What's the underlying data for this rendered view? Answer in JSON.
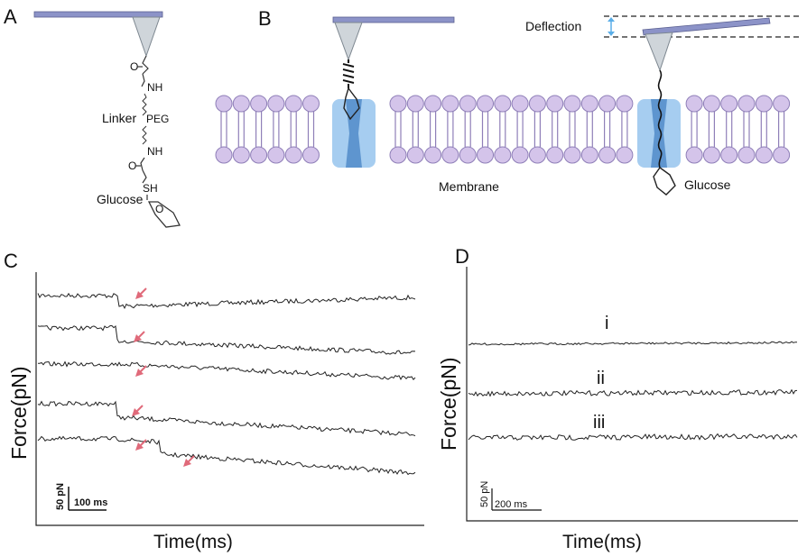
{
  "panels": {
    "A": {
      "letter": "A",
      "chem": {
        "o1": "O",
        "nh1": "NH",
        "peg": "PEG",
        "nh2": "NH",
        "o2": "O",
        "sh": "SH",
        "o3": "O"
      },
      "linker_label": "Linker",
      "glucose_label": "Glucose"
    },
    "B": {
      "letter": "B",
      "deflection_label": "Deflection",
      "membrane_label": "Membrane",
      "glucose_label": "Glucose"
    },
    "C": {
      "letter": "C",
      "ylabel": "Force(pN)",
      "xlabel": "Time(ms)",
      "scalebar_y": "50 pN",
      "scalebar_x": "100 ms",
      "trace_count": 5
    },
    "D": {
      "letter": "D",
      "ylabel": "Force(pN)",
      "xlabel": "Time(ms)",
      "scalebar_y": "50 pN",
      "scalebar_x": "200 ms",
      "trace_labels": [
        "i",
        "ii",
        "iii"
      ]
    }
  },
  "colors": {
    "cantilever": "#8c93c8",
    "tip": "#cfd5da",
    "lipid_head": "#d4c4ea",
    "lipid_edge": "#8f7fb8",
    "channel": "#a6cdf0",
    "channel_dark": "#5e95cf",
    "arrow": "#e06a7a",
    "deflection_arrow": "#5aaee8",
    "trace": "#222222"
  }
}
